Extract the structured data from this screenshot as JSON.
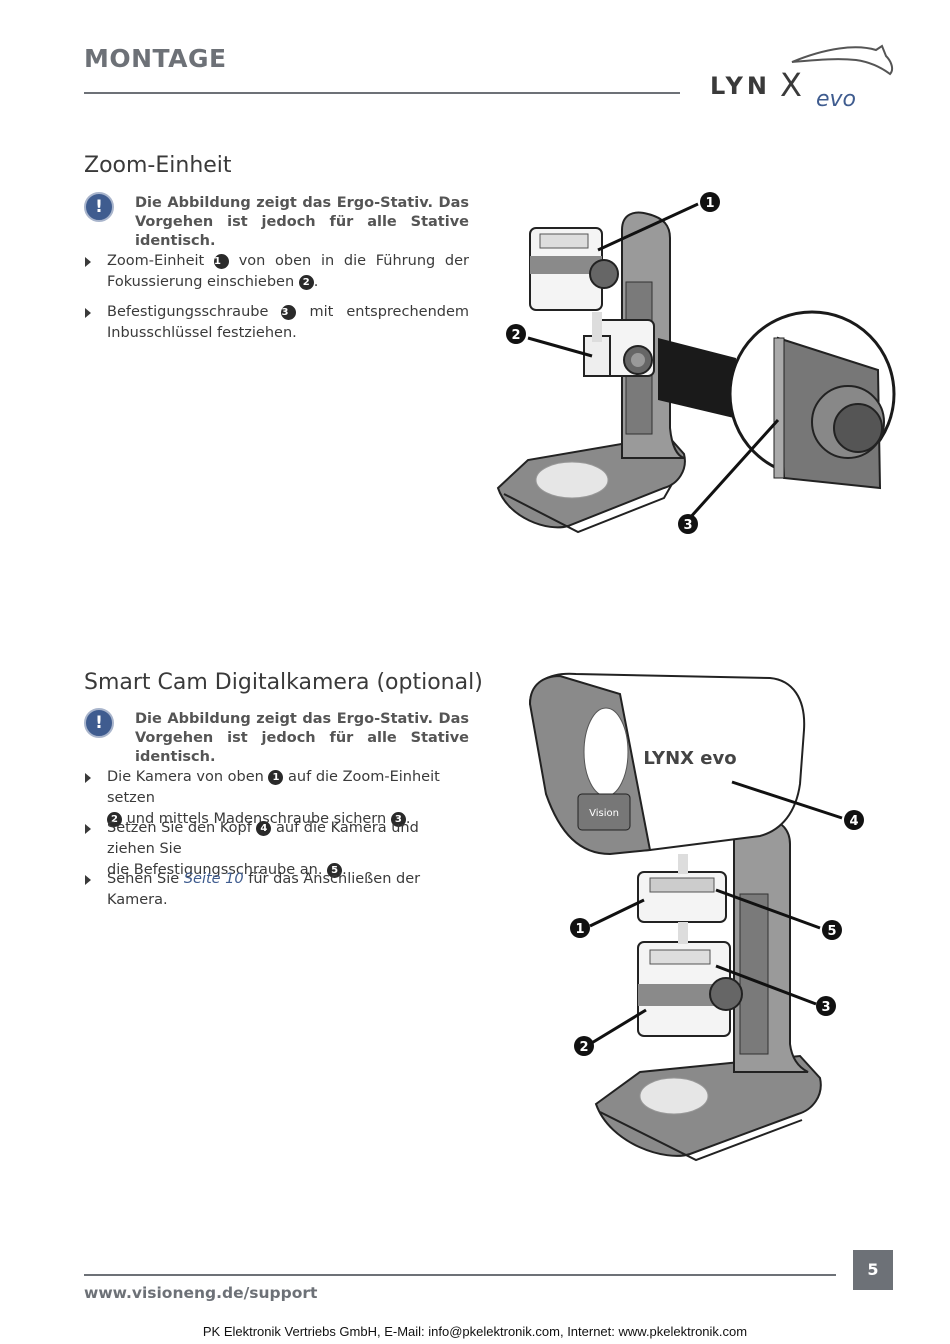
{
  "header": {
    "title": "MONTAGE"
  },
  "logo": {
    "lynx": "LYN",
    "x": "X",
    "evo": "evo"
  },
  "section1": {
    "title": "Zoom-Einheit",
    "note": "Die Abbildung zeigt das Ergo-Stativ. Das Vorgehen ist jedoch für alle Stative identisch.",
    "b1_line1_a": "Zoom-Einheit",
    "b1_line1_b": "von oben in die Führung der",
    "b1_line2": "Fokussierung einschieben",
    "b2_line1_a": "Befestigungsschraube",
    "b2_line1_b": "mit entsprechendem",
    "b2_line2": "Inbusschlüssel festziehen."
  },
  "section2": {
    "title": "Smart Cam Digitalkamera (optional)",
    "note": "Die Abbildung zeigt das Ergo-Stativ. Das Vorgehen ist jedoch für alle Stative identisch.",
    "b1_line1": "Die Kamera von oben",
    "b1_line1_b": "auf die Zoom-Einheit setzen",
    "b1_line2": "und mittels Madenschraube sichern",
    "b2_line1_a": "Setzen Sie den Kopf",
    "b2_line1_b": "auf die Kamera und ziehen Sie",
    "b2_line2": "die Befestigungsschraube an.",
    "b3_a": "Sehen Sie",
    "b3_link": "Seite 10",
    "b3_b": "für das Anschließen der Kamera."
  },
  "callouts": {
    "n1": "1",
    "n2": "2",
    "n3": "3",
    "n4": "4",
    "n5": "5"
  },
  "note_icon": "!",
  "illustration_text": {
    "head_logo": "LYNX evo",
    "vision": "Vision"
  },
  "footer": {
    "url": "www.visioneng.de/support",
    "page": "5",
    "company": "PK Elektronik Vertriebs GmbH, E-Mail: info@pkelektronik.com, Internet: www.pkelektronik.com"
  },
  "colors": {
    "accent": "#3f5c8f",
    "header_gray": "#6d7177"
  }
}
